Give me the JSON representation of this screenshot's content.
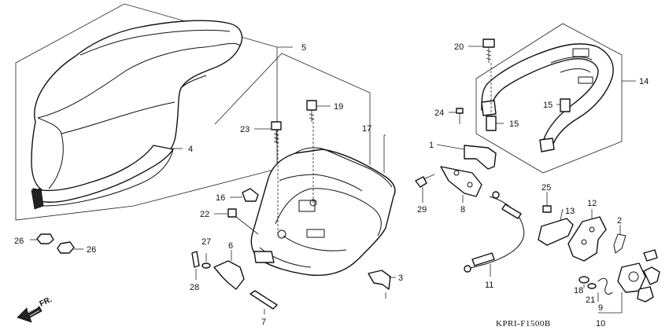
{
  "diagram": {
    "code": "KPRI-F1500B",
    "direction_label": "FR.",
    "callouts": {
      "c1": "1",
      "c2": "2",
      "c3": "3",
      "c4": "4",
      "c5": "5",
      "c6": "6",
      "c7": "7",
      "c8": "8",
      "c9": "9",
      "c10": "10",
      "c11": "11",
      "c12": "12",
      "c13": "13",
      "c14": "14",
      "c15a": "15",
      "c15b": "15",
      "c16": "16",
      "c17": "17",
      "c18": "18",
      "c19": "19",
      "c20": "20",
      "c21": "21",
      "c22": "22",
      "c23": "23",
      "c24": "24",
      "c25": "25",
      "c26a": "26",
      "c26b": "26",
      "c27": "27",
      "c28": "28",
      "c29": "29"
    }
  }
}
